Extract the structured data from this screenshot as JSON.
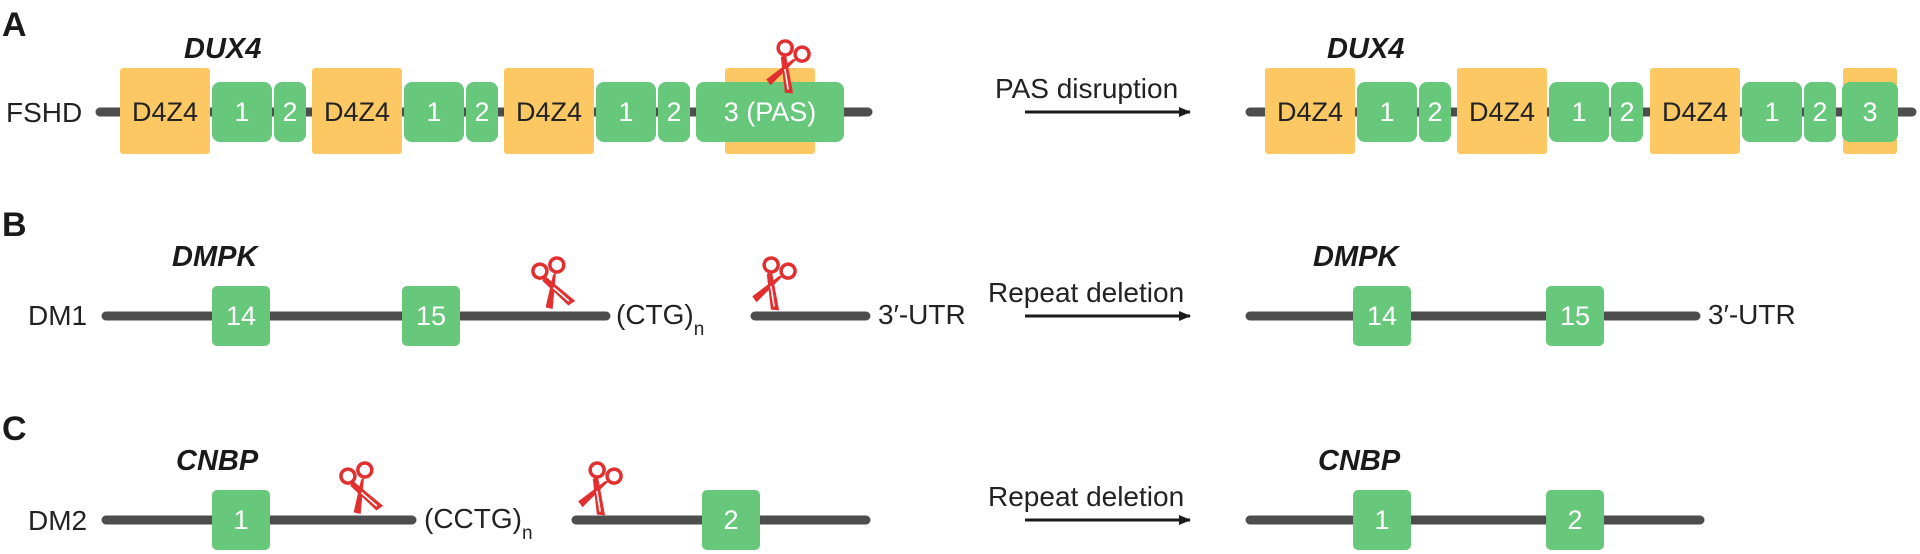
{
  "colors": {
    "line": "#4d4d4d",
    "exon": "#67c77a",
    "d4z4": "#fcc864",
    "scissors": "#e23030",
    "text": "#222222"
  },
  "panels": {
    "A": {
      "letter": "A",
      "gene": "DUX4",
      "row_label": "FSHD",
      "arrow_label": "PAS disruption",
      "before_boxes": [
        "D4Z4",
        "1",
        "2",
        "D4Z4",
        "1",
        "2",
        "D4Z4",
        "1",
        "2",
        "3 (PAS)"
      ],
      "after_boxes": [
        "D4Z4",
        "1",
        "2",
        "D4Z4",
        "1",
        "2",
        "D4Z4",
        "1",
        "2",
        "3"
      ]
    },
    "B": {
      "letter": "B",
      "gene": "DMPK",
      "row_label": "DM1",
      "arrow_label": "Repeat deletion",
      "exons_before": [
        "14",
        "15"
      ],
      "exons_after": [
        "14",
        "15"
      ],
      "repeat": "(CTG)",
      "repeat_subscript": "n",
      "utr": "3′-UTR"
    },
    "C": {
      "letter": "C",
      "gene": "CNBP",
      "row_label": "DM2",
      "arrow_label": "Repeat deletion",
      "exons_before": [
        "1",
        "2"
      ],
      "exons_after": [
        "1",
        "2"
      ],
      "repeat": "(CCTG)",
      "repeat_subscript": "n"
    }
  },
  "icons": [
    "scissors-icon",
    "arrow-icon"
  ]
}
